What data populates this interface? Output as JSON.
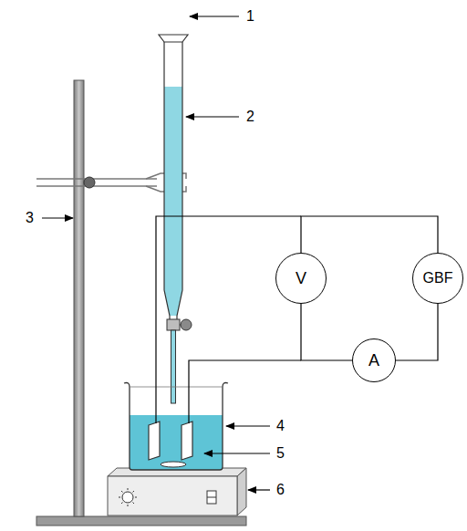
{
  "diagram": {
    "nodes": [
      {
        "text": [
          "V"
        ]
      },
      {
        "text": [
          "GBF"
        ]
      },
      {
        "text": [
          "A"
        ]
      }
    ],
    "edges": [
      {
        "from": 0,
        "to": 1,
        "arrow": "none"
      },
      {
        "from": 1,
        "to": 2,
        "arrow": "none"
      },
      {
        "from": 0,
        "to": 2,
        "arrow": "none"
      }
    ],
    "labels": [
      "1",
      "2",
      "3",
      "4",
      "5",
      "6"
    ]
  }
}
